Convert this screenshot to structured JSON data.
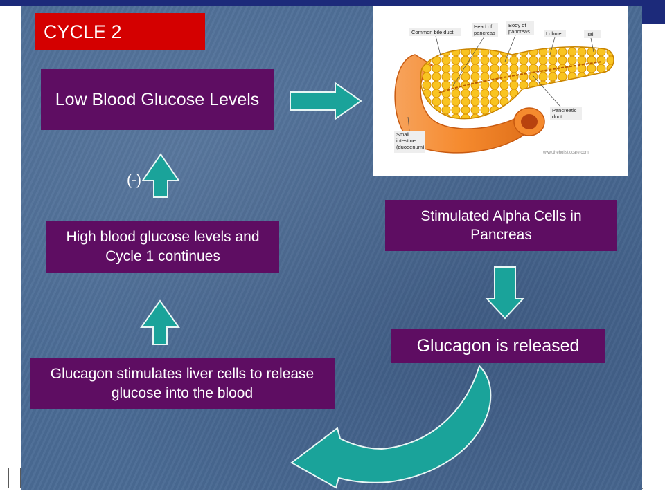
{
  "title": "CYCLE 2",
  "boxes": {
    "low_glucose": "Low Blood Glucose Levels",
    "high_glucose": "High blood glucose levels and Cycle 1 continues",
    "stimulated": "Stimulated Alpha Cells in Pancreas",
    "glucagon_released": "Glucagon is released",
    "liver": "Glucagon stimulates liver cells to release glucose into the blood"
  },
  "feedback_sign": "(-)",
  "pancreas_labels": {
    "common_bile_duct": "Common bile duct",
    "head_line1": "Head of",
    "head_line2": "pancreas",
    "body_line1": "Body of",
    "body_line2": "pancreas",
    "lobule": "Lobule",
    "tail": "Tail",
    "pancreatic_line1": "Pancreatic",
    "pancreatic_line2": "duct",
    "small_line1": "Small",
    "small_line2": "intestine",
    "small_line3": "(duodenum)",
    "credit": "www.theholisticcare.com"
  },
  "colors": {
    "slide_bg": "#4a6b95",
    "box_fill": "#5e0d62",
    "title_fill": "#d40000",
    "arrow_fill": "#1aa39a"
  }
}
